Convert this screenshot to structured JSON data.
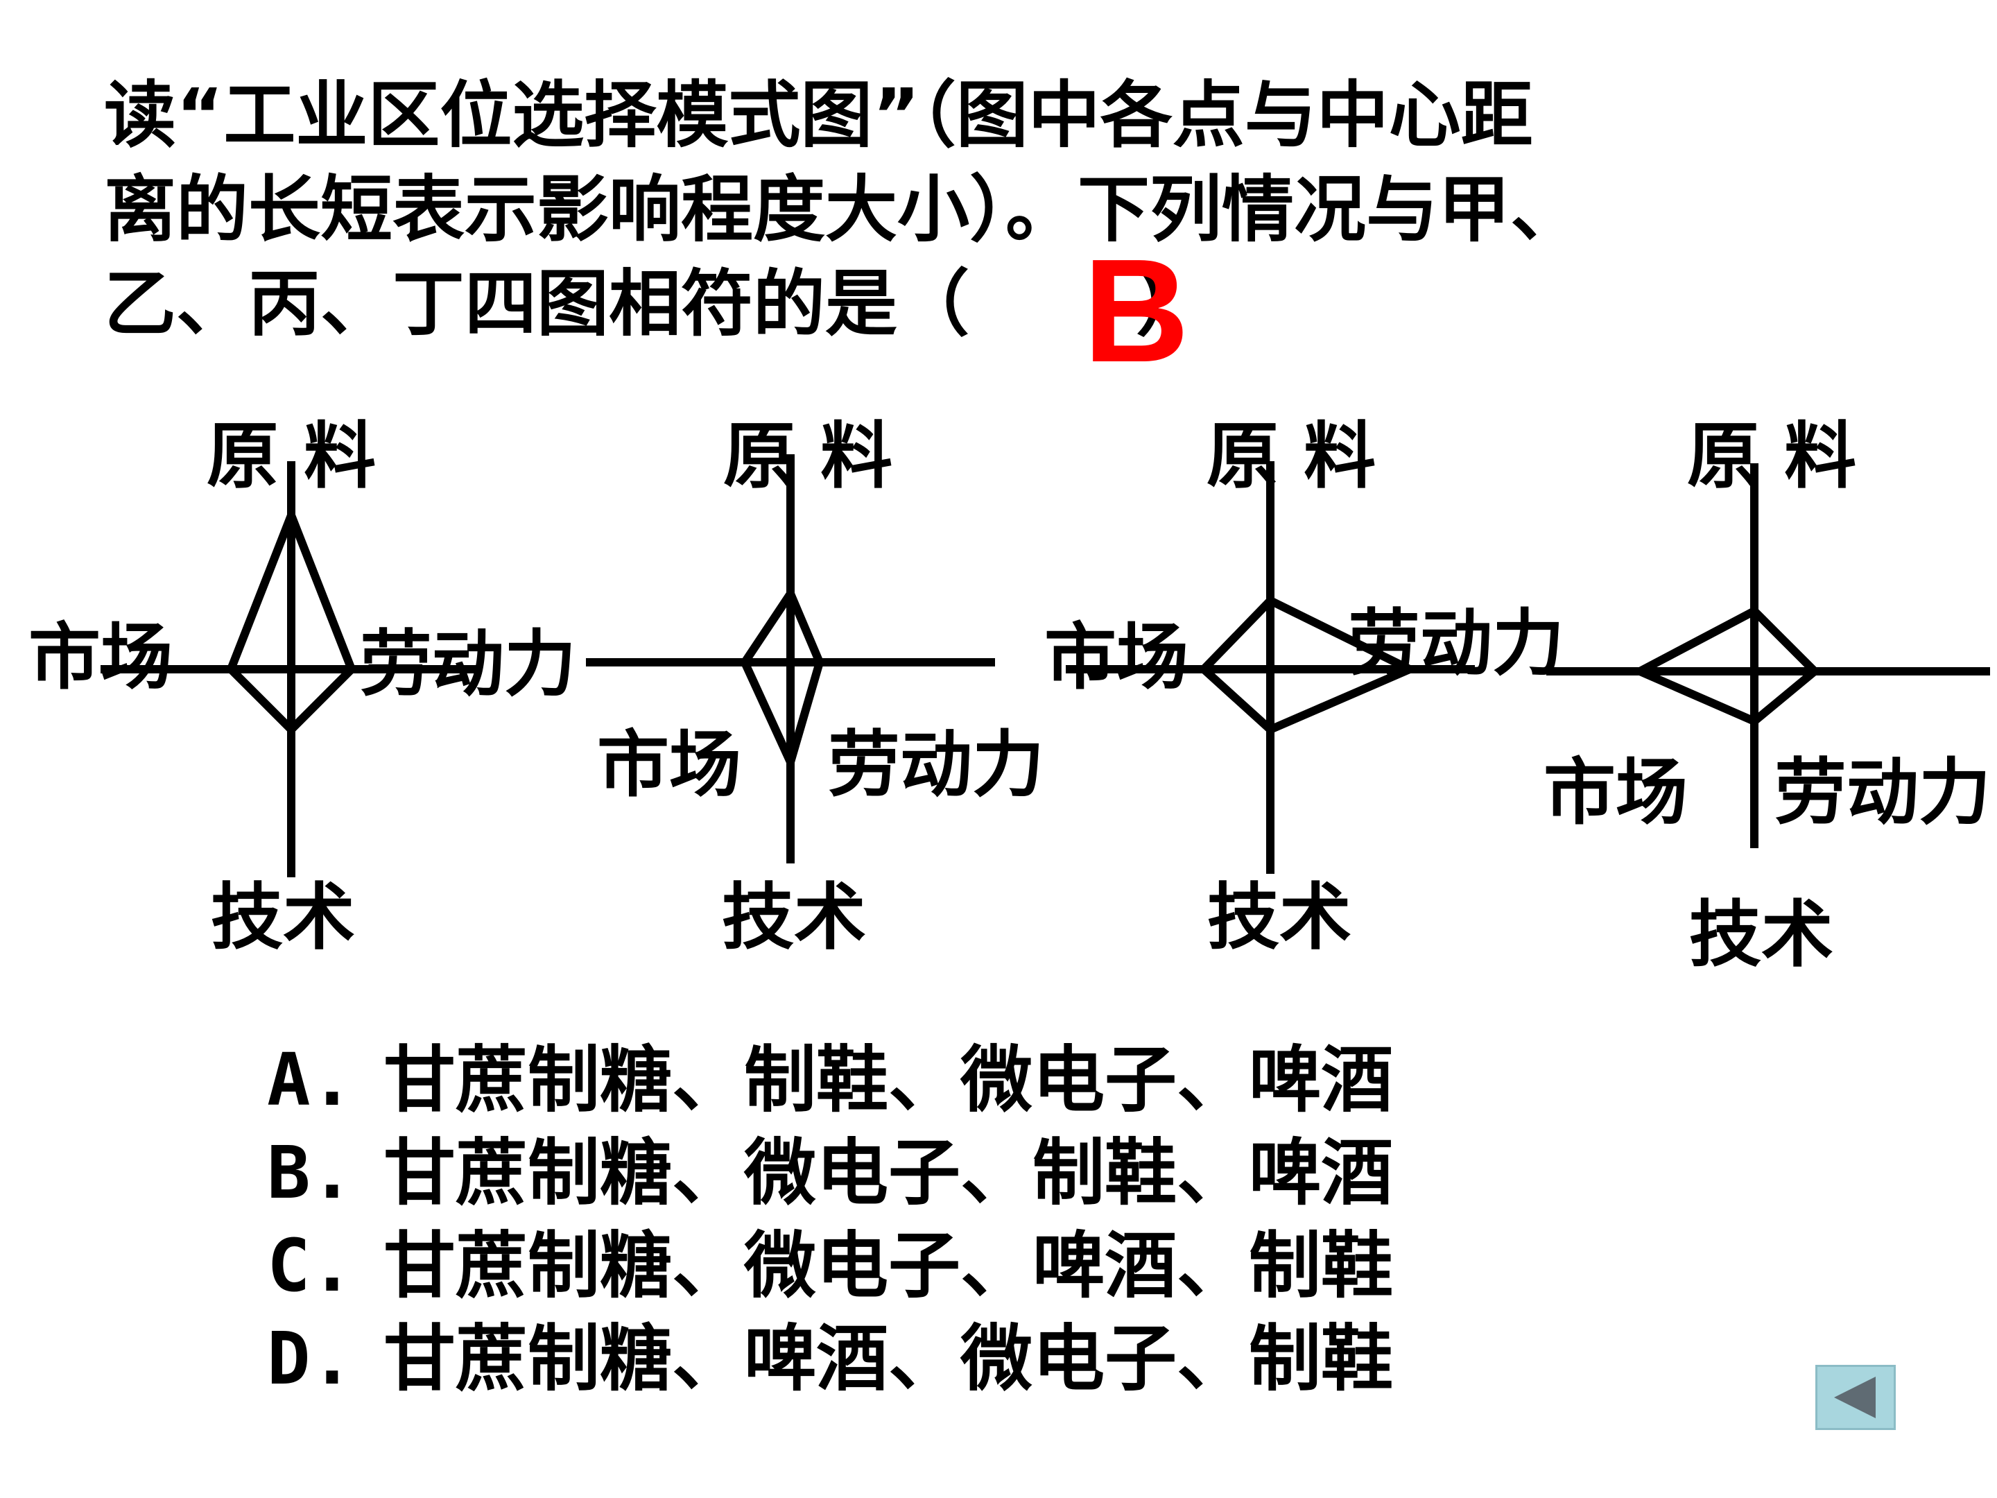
{
  "question": {
    "lines": [
      "读“工业区位选择模式图”（图中各点与中心距",
      "离的长短表示影响程度大小）。下列情况与甲、",
      "乙、丙、丁四图相符的是（"
    ],
    "close_paren": "）",
    "answer": "B"
  },
  "diagrams": [
    {
      "top_label": "原 料",
      "left_label": "市场",
      "right_label": "劳动力",
      "bottom_label": "技术",
      "factors": {
        "raw_material": 0.74,
        "market": 0.29,
        "labor": 0.29,
        "technology": 0.29
      }
    },
    {
      "top_label": "原 料",
      "left_label": "市场",
      "right_label": "劳动力",
      "bottom_label": "技术",
      "factors": {
        "raw_material": 0.33,
        "market": 0.22,
        "labor": 0.14,
        "technology": 0.48
      }
    },
    {
      "top_label": "原 料",
      "left_label": "市场",
      "right_label": "劳动力",
      "bottom_label": "技术",
      "factors": {
        "raw_material": 0.33,
        "market": 0.32,
        "labor": 0.67,
        "technology": 0.29
      }
    },
    {
      "top_label": "原 料",
      "left_label": "市场",
      "right_label": "劳动力",
      "bottom_label": "技术",
      "factors": {
        "raw_material": 0.29,
        "market": 0.55,
        "labor": 0.29,
        "technology": 0.24
      }
    }
  ],
  "options": [
    {
      "letter": "A.",
      "text": "甘蔗制糖、制鞋、微电子、啤酒"
    },
    {
      "letter": "B.",
      "text": "甘蔗制糖、微电子、制鞋、啤酒"
    },
    {
      "letter": "C.",
      "text": "甘蔗制糖、微电子、啤酒、制鞋"
    },
    {
      "letter": "D.",
      "text": "甘蔗制糖、啤酒、微电子、制鞋"
    }
  ],
  "back_button": {
    "icon": "triangle-left-icon"
  }
}
